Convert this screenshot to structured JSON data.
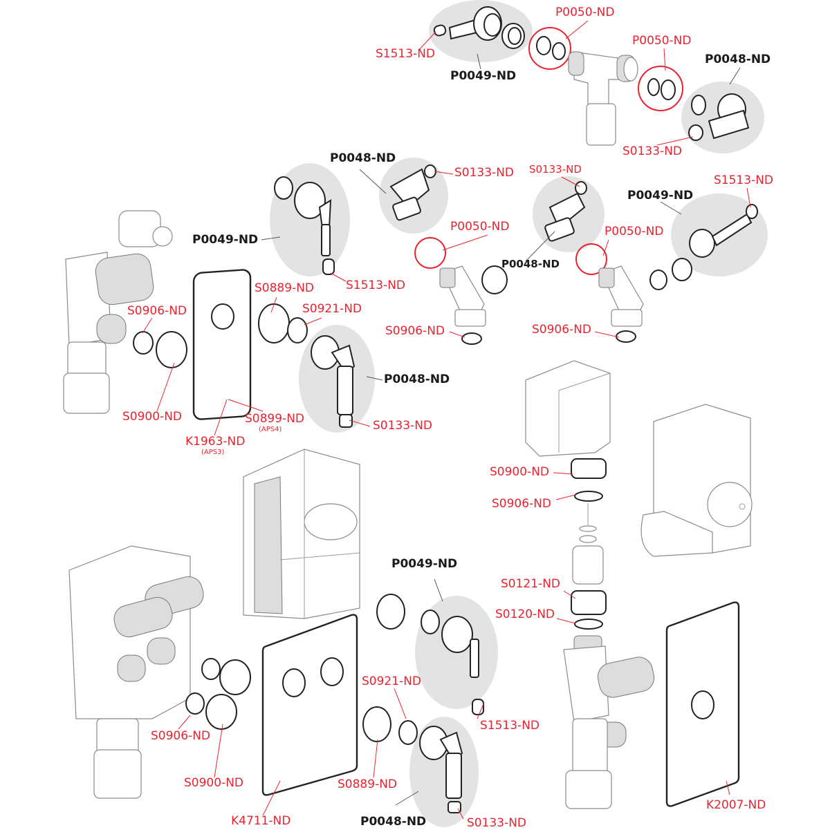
{
  "title": "Exploded parts diagram of wall-mounted washing machine siphons and spare parts",
  "colors": {
    "spare_part_label": "#e8232f",
    "set_label": "#1a1a1a",
    "group_highlight": "#e3e3e3"
  },
  "labels": {
    "top_s1513": "S1513-ND",
    "top_p0049": "P0049-ND",
    "top_p0050_a": "P0050-ND",
    "top_p0050_b": "P0050-ND",
    "top_p0048": "P0048-ND",
    "top_s0133": "S0133-ND",
    "mid_p0048": "P0048-ND",
    "mid_s0133_a": "S0133-ND",
    "mid_s0133_b": "S0133-ND",
    "mid_s1513_r": "S1513-ND",
    "mid_p0049_r": "P0049-ND",
    "mid_p0049_l": "P0049-ND",
    "mid_p0050_a": "P0050-ND",
    "mid_p0050_b": "P0050-ND",
    "mid_p0048_b": "P0048-ND",
    "mid_s1513_l": "S1513-ND",
    "mid_s0889": "S0889-ND",
    "mid_s0921": "S0921-ND",
    "mid_s0906_l": "S0906-ND",
    "mid_s0906_a": "S0906-ND",
    "mid_s0906_b": "S0906-ND",
    "mid_p0048_c": "P0048-ND",
    "mid_s0900": "S0900-ND",
    "mid_s0899": "S0899-ND",
    "mid_s0899_sub": "(APS4)",
    "mid_s0133_c": "S0133-ND",
    "mid_k1963": "K1963-ND",
    "mid_k1963_sub": "(APS3)",
    "r_s0900": "S0900-ND",
    "r_s0906": "S0906-ND",
    "r_s0121": "S0121-ND",
    "r_s0120": "S0120-ND",
    "r_k2007": "K2007-ND",
    "bot_p0049": "P0049-ND",
    "bot_s0921": "S0921-ND",
    "bot_s1513": "S1513-ND",
    "bot_s0906": "S0906-ND",
    "bot_s0900": "S0900-ND",
    "bot_s0889": "S0889-ND",
    "bot_k4711": "K4711-ND",
    "bot_p0048": "P0048-ND",
    "bot_s0133": "S0133-ND"
  }
}
